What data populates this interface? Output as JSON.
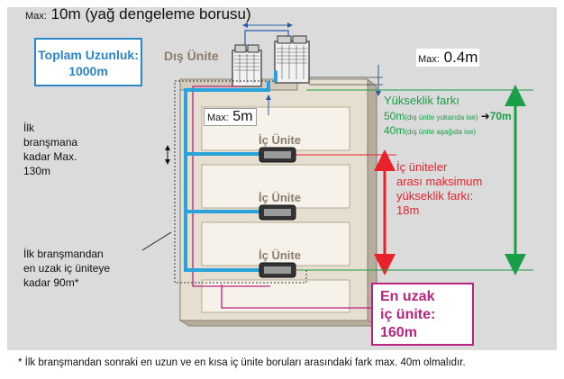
{
  "top_label": {
    "prefix": "Max:",
    "value": "10m (yağ dengeleme borusu)"
  },
  "total_length": {
    "line1": "Toplam Uzunluk:",
    "line2": "1000m"
  },
  "outdoor_unit_label": "Dış Ünite",
  "gap_label": {
    "prefix": "Max:",
    "value": "0.4m"
  },
  "height_diff": {
    "title": "Yükseklik farkı",
    "line1_value": "50m",
    "line1_note": "(dış ünite yukarıda ise)",
    "line1_result": "70m",
    "line2_value": "40m",
    "line2_note": "(dış ünite aşağıda ise)"
  },
  "branch_spacing": {
    "prefix": "Max:",
    "value": "5m"
  },
  "indoor_unit_label": "İç Ünite",
  "first_branch": [
    "İlk",
    "branşmana",
    "kadar Max.",
    "130m"
  ],
  "indoor_height": [
    "İç üniteler",
    "arası maksimum",
    "yükseklik farkı:",
    "18m"
  ],
  "farthest_from_branch": [
    "İlk branşmandan",
    "en uzak iç üniteye",
    "kadar 90m*"
  ],
  "farthest_unit": [
    "En uzak",
    "iç ünite:",
    "160m"
  ],
  "footnote": "* İlk branşmandan sonraki en uzun ve en kısa iç ünite boruları arasındaki fark max. 40m olmalıdır.",
  "colors": {
    "pipe": "#29a3dc",
    "height_arrow": "#1a9e48",
    "indoor_arrow": "#e8212b",
    "magenta": "#b8237f",
    "total_box": "#2a86c7",
    "building": "#e6ded1"
  }
}
